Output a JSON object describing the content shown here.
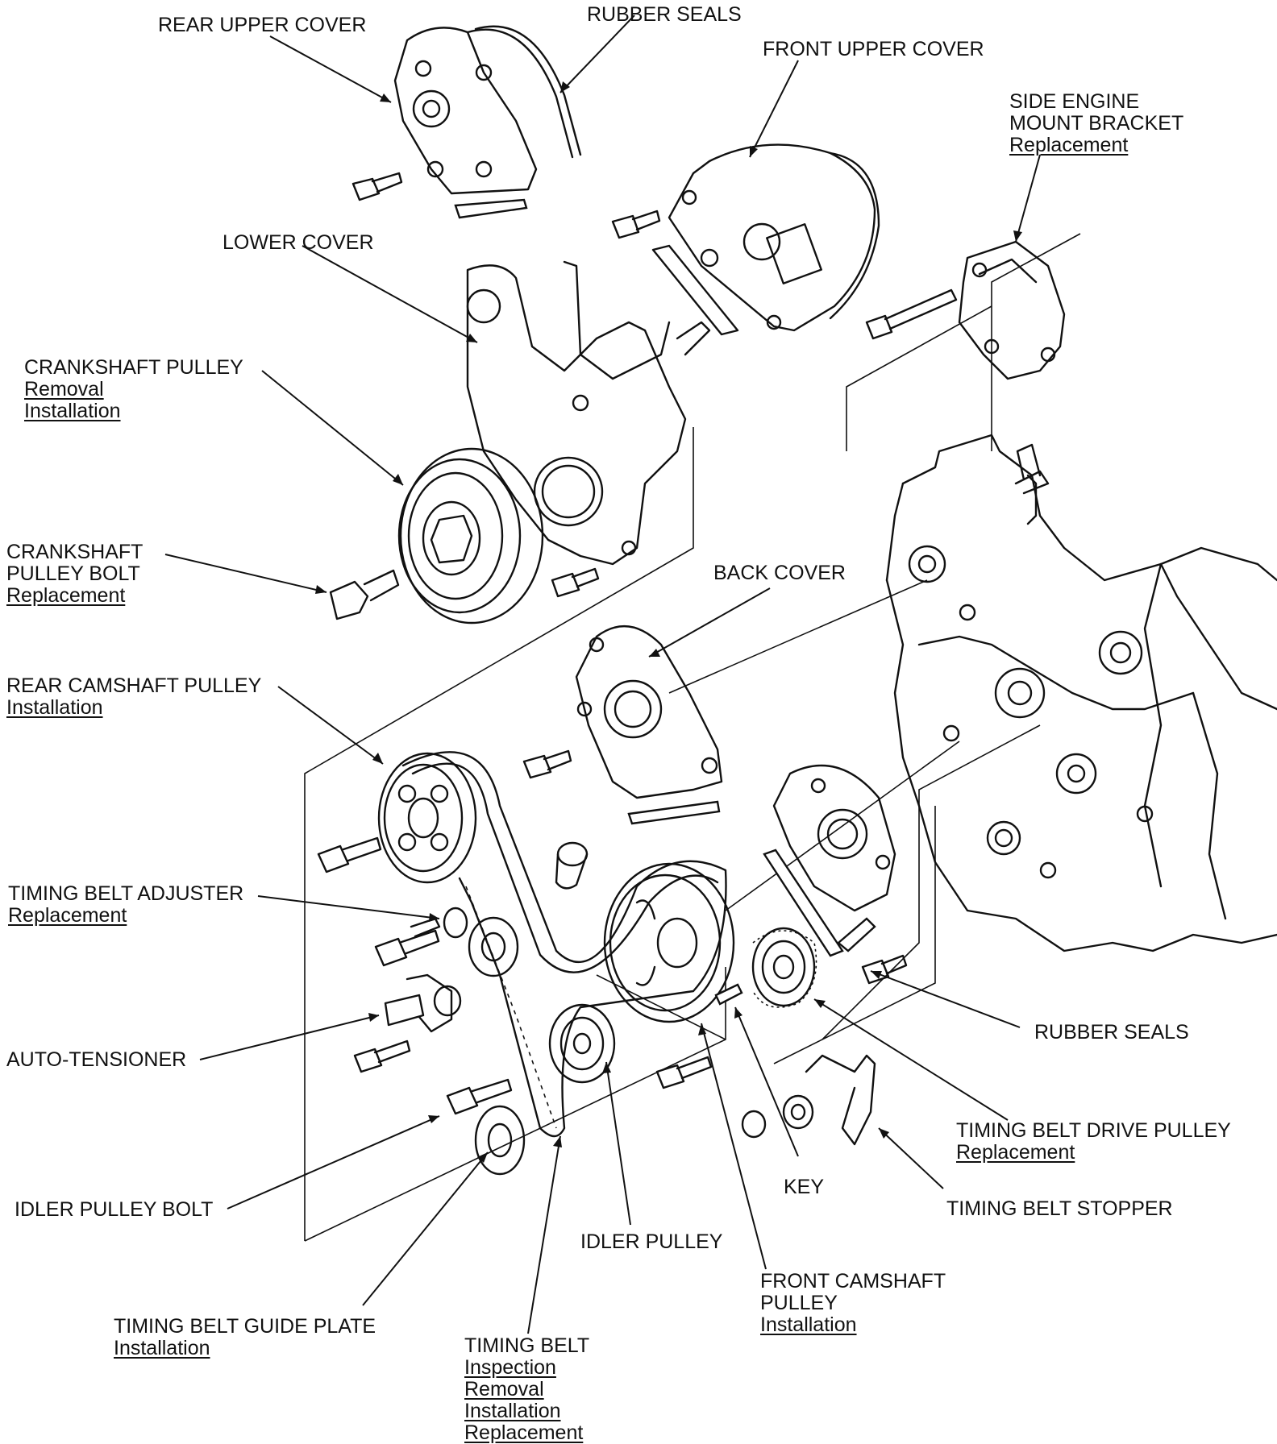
{
  "labels": {
    "rear_upper_cover": "REAR UPPER COVER",
    "rubber_seals_top": "RUBBER SEALS",
    "front_upper_cover": "FRONT UPPER COVER",
    "side_engine_mount_bracket": {
      "line1": "SIDE ENGINE",
      "line2": "MOUNT BRACKET",
      "link1": "Replacement"
    },
    "lower_cover": "LOWER COVER",
    "crankshaft_pulley": {
      "line1": "CRANKSHAFT PULLEY",
      "link1": "Removal",
      "link2": "Installation"
    },
    "crankshaft_pulley_bolt": {
      "line1": "CRANKSHAFT",
      "line2": "PULLEY BOLT",
      "link1": "Replacement"
    },
    "back_cover": "BACK COVER",
    "rear_camshaft_pulley": {
      "line1": "REAR CAMSHAFT PULLEY",
      "link1": "Installation"
    },
    "timing_belt_adjuster": {
      "line1": "TIMING BELT ADJUSTER",
      "link1": "Replacement"
    },
    "auto_tensioner": "AUTO-TENSIONER",
    "rubber_seals_bottom": "RUBBER SEALS",
    "timing_belt_drive_pulley": {
      "line1": "TIMING BELT DRIVE PULLEY",
      "link1": "Replacement"
    },
    "key": "KEY",
    "timing_belt_stopper": "TIMING BELT STOPPER",
    "idler_pulley_bolt": "IDLER PULLEY BOLT",
    "idler_pulley": "IDLER PULLEY",
    "front_camshaft_pulley": {
      "line1": "FRONT CAMSHAFT",
      "line2": "PULLEY",
      "link1": "Installation"
    },
    "timing_belt_guide_plate": {
      "line1": "TIMING BELT GUIDE PLATE",
      "link1": "Installation"
    },
    "timing_belt": {
      "line1": "TIMING BELT",
      "link1": "Inspection",
      "link2": "Removal",
      "link3": "Installation",
      "link4": "Replacement"
    }
  }
}
